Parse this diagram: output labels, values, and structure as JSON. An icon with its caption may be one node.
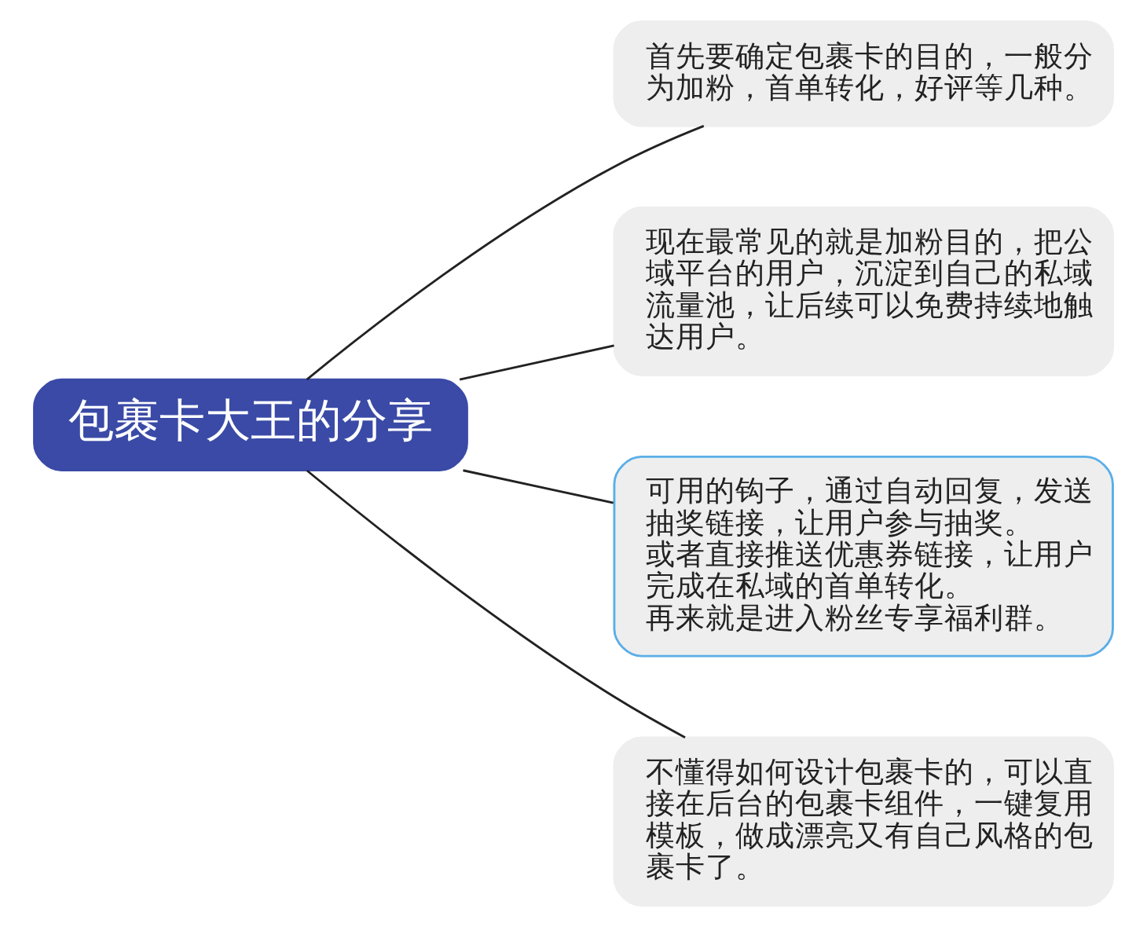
{
  "diagram": {
    "nodes": [
      {
        "text": [
          "包裹卡大王的分享"
        ]
      },
      {
        "text": [
          "首先要确定包裹卡的目的，一般分为加粉，首单转化，好评等几种。"
        ]
      },
      {
        "text": [
          "现在最常见的就是加粉目的，把公域平台的用户，沉淀到自己的私域流量池，让后续可以免费持续地触达用户。"
        ]
      },
      {
        "text": [
          "可用的钩子，通过自动回复，发送抽奖链接，让用户参与抽奖。",
          "或者直接推送优惠券链接，让用户完成在私域的首单转化。",
          "再来就是进入粉丝专享福利群。"
        ]
      },
      {
        "text": [
          "不懂得如何设计包裹卡的，可以直接在后台的包裹卡组件，一键复用模板，做成漂亮又有自己风格的包裹卡了。"
        ]
      }
    ],
    "edges": [
      {
        "from": 0,
        "to": 1,
        "arrow": "none"
      },
      {
        "from": 0,
        "to": 2,
        "arrow": "none"
      },
      {
        "from": 0,
        "to": 3,
        "arrow": "none"
      },
      {
        "from": 0,
        "to": 4,
        "arrow": "none"
      }
    ]
  }
}
